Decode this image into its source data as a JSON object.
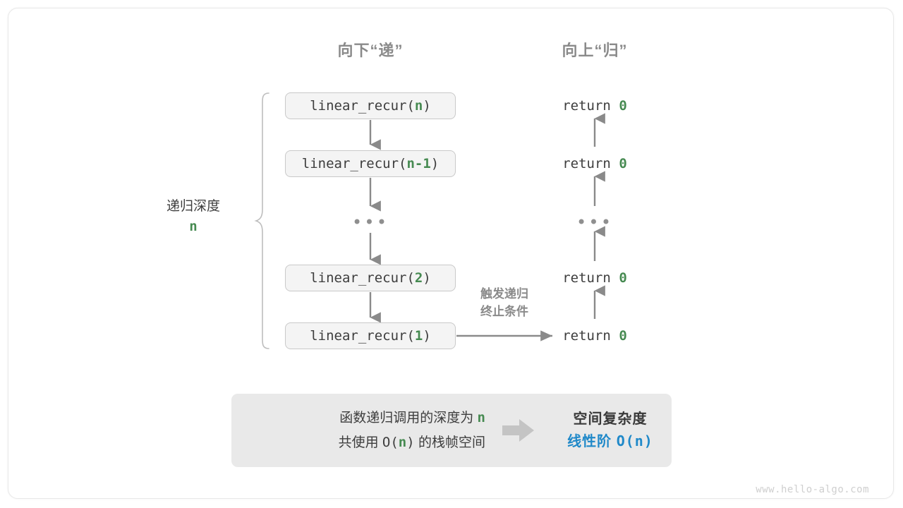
{
  "diagram": {
    "headers": {
      "down": "向下“递”",
      "up": "向上“归”"
    },
    "call_stack": [
      {
        "prefix": "linear_recur(",
        "arg": "n",
        "suffix": ")"
      },
      {
        "prefix": "linear_recur(",
        "arg": "n-1",
        "suffix": ")"
      },
      {
        "prefix": "linear_recur(",
        "arg": "2",
        "suffix": ")"
      },
      {
        "prefix": "linear_recur(",
        "arg": "1",
        "suffix": ")"
      }
    ],
    "returns": [
      {
        "keyword": "return",
        "value": "0"
      },
      {
        "keyword": "return",
        "value": "0"
      },
      {
        "keyword": "return",
        "value": "0"
      },
      {
        "keyword": "return",
        "value": "0"
      }
    ],
    "ellipsis": "•••",
    "depth_label": {
      "text": "递归深度",
      "value": "n"
    },
    "terminate_note": {
      "line1": "触发递归",
      "line2": "终止条件"
    },
    "summary": {
      "left_line1_text": "函数递归调用的深度为",
      "left_line1_value": "n",
      "left_line2_prefix": "共使用",
      "left_line2_big_o_open": "O(",
      "left_line2_value": "n",
      "left_line2_big_o_close": ")",
      "left_line2_suffix": "的栈帧空间",
      "arrow_icon": "thick-right-arrow-icon",
      "right_title": "空间复杂度",
      "right_value_text": "线性阶",
      "right_value_formula": "O(n)"
    },
    "watermark": "www.hello-algo.com",
    "colors": {
      "accent_green": "#468a51",
      "accent_blue": "#2089c9",
      "text_gray": "#3d3d3d",
      "muted_gray": "#8a8a8a",
      "box_fill": "#f4f4f4",
      "box_border": "#c9c9c9",
      "panel_fill": "#e9e9e9",
      "arrow_gray": "#8a8a8a"
    }
  }
}
